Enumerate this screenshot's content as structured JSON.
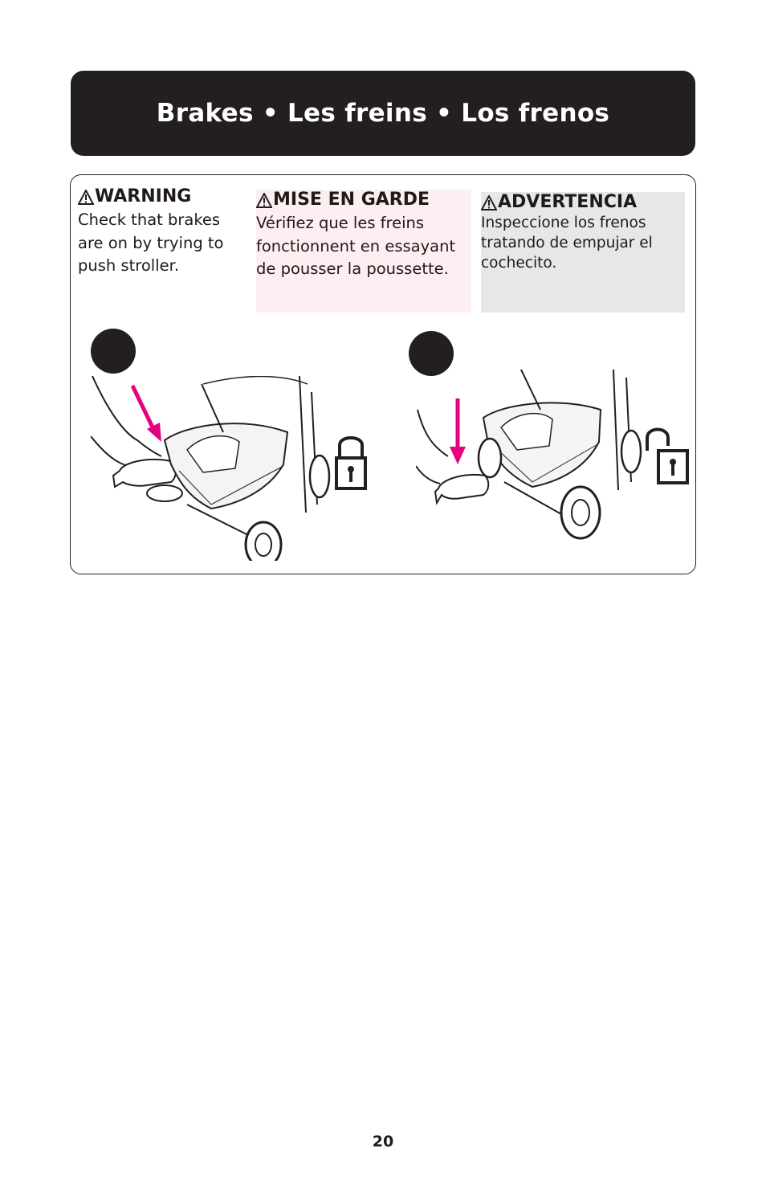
{
  "header": {
    "title": "Brakes • Les freins • Los frenos"
  },
  "warnings": [
    {
      "lang": "en",
      "heading": "WARNING",
      "text": "Check that brakes are on by trying to push stroller."
    },
    {
      "lang": "fr",
      "heading": "MISE EN GARDE",
      "text": "Vérifiez que les freins fonctionnent en essayant de pousser la poussette."
    },
    {
      "lang": "es",
      "heading": "ADVERTENCIA",
      "text": "Inspeccione los frenos tratando de empujar el cochecito."
    }
  ],
  "figures": [
    {
      "step": "brake-on",
      "lock_state": "locked",
      "icon": "lock-closed-icon"
    },
    {
      "step": "brake-off",
      "lock_state": "unlocked",
      "icon": "lock-open-icon"
    }
  ],
  "colors": {
    "header_bg": "#231f20",
    "arrow": "#e6007e",
    "fr_bg": "#fdeef2",
    "es_bg": "#e6e7e8"
  },
  "page_number": "20"
}
